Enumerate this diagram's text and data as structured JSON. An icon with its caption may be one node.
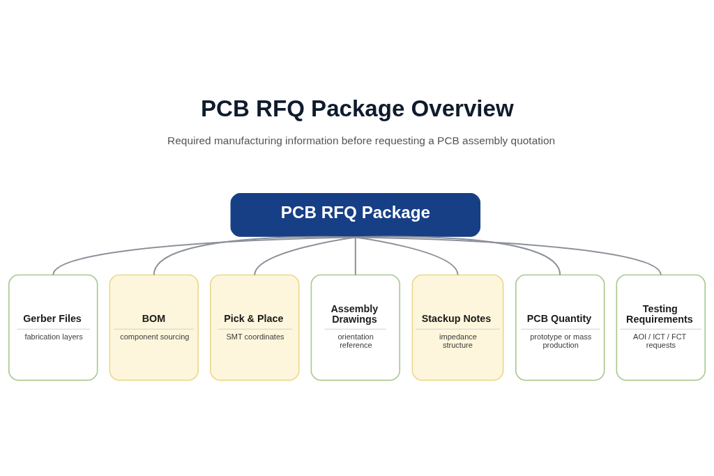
{
  "diagram": {
    "title": "PCB RFQ Package Overview",
    "nodes": [
      {
        "text": [
          "PCB RFQ Package"
        ]
      },
      {
        "text": [
          "Gerber Files",
          "fabrication layers"
        ]
      },
      {
        "text": [
          "BOM",
          "component sourcing"
        ]
      },
      {
        "text": [
          "Pick & Place",
          "SMT coordinates"
        ]
      },
      {
        "text": [
          "Assembly Drawings",
          "orientation reference"
        ]
      },
      {
        "text": [
          "Stackup Notes",
          "impedance structure"
        ]
      },
      {
        "text": [
          "PCB Quantity",
          "prototype or mass production"
        ]
      },
      {
        "text": [
          "Testing Requirements",
          "AOI / ICT / FCT requests"
        ]
      }
    ],
    "edges": [
      {
        "from": 0,
        "to": 1,
        "arrow": "none"
      },
      {
        "from": 0,
        "to": 2,
        "arrow": "none"
      },
      {
        "from": 0,
        "to": 3,
        "arrow": "none"
      },
      {
        "from": 0,
        "to": 4,
        "arrow": "none"
      },
      {
        "from": 0,
        "to": 5,
        "arrow": "none"
      },
      {
        "from": 0,
        "to": 6,
        "arrow": "none"
      },
      {
        "from": 0,
        "to": 7,
        "arrow": "none"
      }
    ],
    "labels": [
      "Required manufacturing information before requesting a PCB assembly quotation"
    ]
  }
}
